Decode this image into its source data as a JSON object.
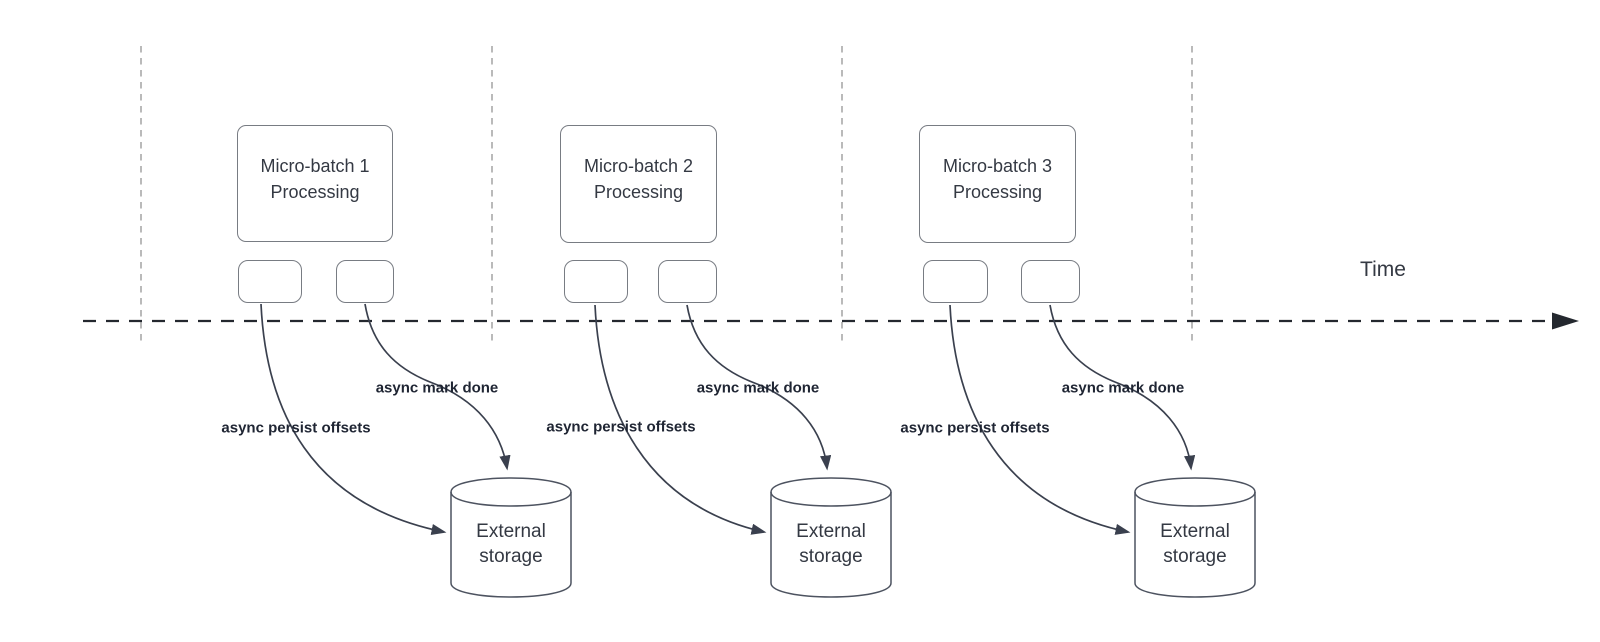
{
  "time_axis": {
    "label": "Time"
  },
  "sections": [
    {
      "process_label": "Micro-batch 1\nProcessing",
      "persist_arrow_label": "async persist offsets",
      "mark_done_arrow_label": "async mark done",
      "storage_label": "External\nstorage"
    },
    {
      "process_label": "Micro-batch 2\nProcessing",
      "persist_arrow_label": "async persist offsets",
      "mark_done_arrow_label": "async mark done",
      "storage_label": "External\nstorage"
    },
    {
      "process_label": "Micro-batch 3\nProcessing",
      "persist_arrow_label": "async persist offsets",
      "mark_done_arrow_label": "async mark done",
      "storage_label": "External\nstorage"
    }
  ],
  "colors": {
    "curve": "#3a404e",
    "axis": "#24282f",
    "separator": "#a9a9a9",
    "box_border": "#787c83",
    "cyl_border": "#4d5360",
    "node_text": "#343943",
    "label_text": "#1f2533"
  }
}
